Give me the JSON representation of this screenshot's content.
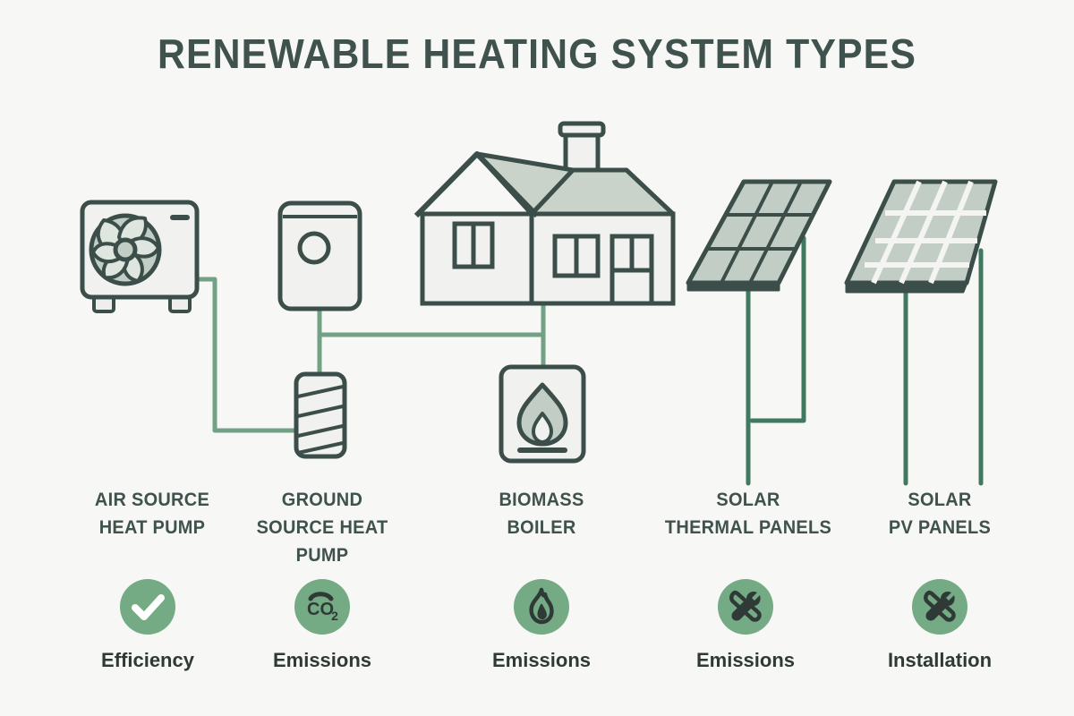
{
  "title": "RENEWABLE HEATING SYSTEM TYPES",
  "theme": {
    "background": "#f7f7f5",
    "ink": "#3f524d",
    "outline": "#3c4e49",
    "panel_fill": "#eeeeec",
    "sage_fill": "#c2cec5",
    "pipe_green": "#72a185",
    "leg_green": "#3f7a60",
    "badge_green": "#74ab84",
    "badge_ink": "#2f3a37"
  },
  "systems": [
    {
      "id": "air-source-heat-pump",
      "icon": "air-source-heat-pump-icon",
      "label_lines": [
        "AIR SOURCE",
        "HEAT PUMP"
      ]
    },
    {
      "id": "ground-source-heat-pump",
      "icon": "ground-source-heat-pump-icon",
      "label_lines": [
        "GROUND",
        "SOURCE HEAT",
        "PUMP"
      ]
    },
    {
      "id": "biomass-boiler",
      "icon": "biomass-boiler-icon",
      "label_lines": [
        "BIOMASS",
        "BOILER"
      ]
    },
    {
      "id": "solar-thermal-panels",
      "icon": "solar-thermal-panel-icon",
      "label_lines": [
        "SOLAR",
        "THERMAL PANELS"
      ]
    },
    {
      "id": "solar-pv-panels",
      "icon": "solar-pv-panel-icon",
      "label_lines": [
        "SOLAR",
        "PV PANELS"
      ]
    }
  ],
  "benefits": [
    {
      "id": "efficiency",
      "icon": "check-icon",
      "label": "Efficiency"
    },
    {
      "id": "emissions-ground",
      "icon": "co2-icon",
      "label": "Emissions"
    },
    {
      "id": "emissions-biomass",
      "icon": "flame-icon",
      "label": "Emissions"
    },
    {
      "id": "emissions-solar-thermal",
      "icon": "tools-icon",
      "label": "Emissions"
    },
    {
      "id": "installation-solar-pv",
      "icon": "tools-icon",
      "label": "Installation"
    }
  ],
  "co2_icon": {
    "main": "CO",
    "sub": "2"
  },
  "house": {
    "id": "house",
    "icon": "house-icon"
  }
}
